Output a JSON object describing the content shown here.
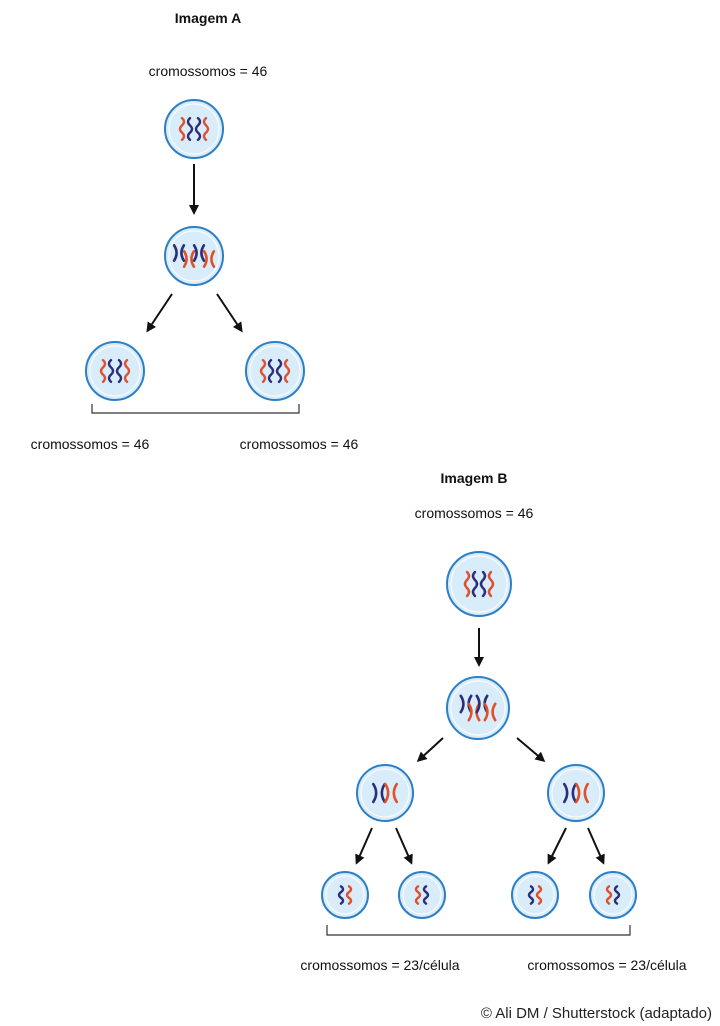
{
  "image_a": {
    "title": "Imagem A",
    "top_count": "cromossomos = 46",
    "left_count": "cromossomos = 46",
    "right_count": "cromossomos = 46"
  },
  "image_b": {
    "title": "Imagem B",
    "top_count": "cromossomos = 46",
    "left_count": "cromossomos = 23/célula",
    "right_count": "cromossomos = 23/célula"
  },
  "credit": "© Ali DM / Shutterstock (adaptado)",
  "colors": {
    "cell_fill": "#d9ecf9",
    "cell_border": "#2c7fc6",
    "chromosome_red": "#e0502a",
    "chromosome_blue": "#2b2e7a",
    "arrow": "#111111"
  }
}
